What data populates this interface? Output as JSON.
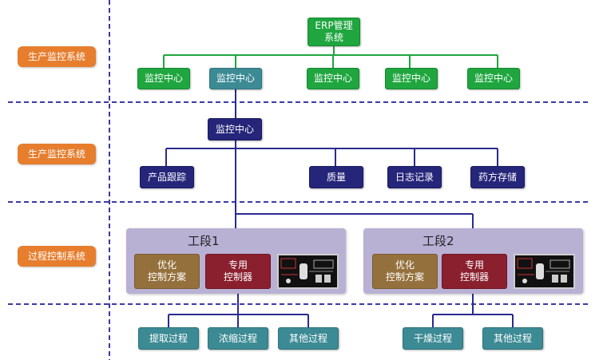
{
  "layer_labels": [
    "生产监控系统",
    "生产监控系统",
    "过程控制系统"
  ],
  "erp": {
    "label": "ERP管理\n系统"
  },
  "top_monitors": [
    "监控中心",
    "监控中心",
    "监控中心",
    "监控中心",
    "监控中心"
  ],
  "mid_center": {
    "label": "监控中心"
  },
  "mid_modules": [
    "产品跟踪",
    "质量",
    "日志记录",
    "药方存储"
  ],
  "sections": [
    {
      "title": "工段1",
      "optimize": "优化\n控制方案",
      "controller": "专用\n控制器"
    },
    {
      "title": "工段2",
      "optimize": "优化\n控制方案",
      "controller": "专用\n控制器"
    }
  ],
  "processes_1": [
    "提取过程",
    "浓缩过程",
    "其他过程"
  ],
  "processes_2": [
    "干燥过程",
    "其他过程"
  ],
  "colors": {
    "green": "#1fa63f",
    "navy": "#25257a",
    "teal": "#3b8a94",
    "orange": "#e67e2e",
    "brown": "#94703c",
    "maroon": "#8a1f2e",
    "panel": "#b9b1d4",
    "divider": "#3a3aa8"
  }
}
